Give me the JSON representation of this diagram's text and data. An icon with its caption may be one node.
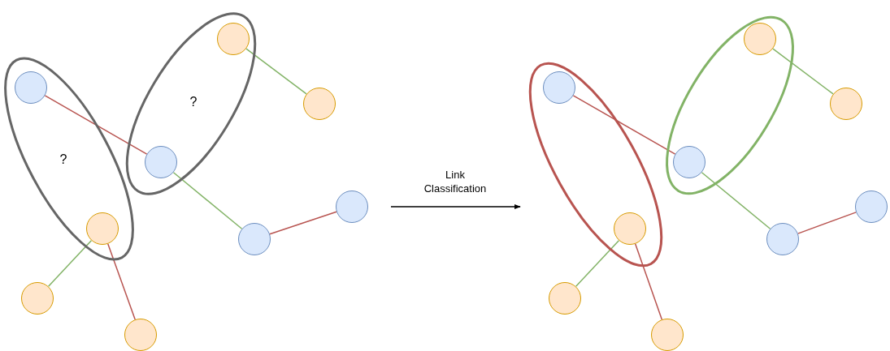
{
  "diagram": {
    "nodes": [
      {
        "text": [],
        "shape": "circle"
      },
      {
        "text": [],
        "shape": "circle"
      },
      {
        "text": [],
        "shape": "circle"
      },
      {
        "text": [],
        "shape": "circle"
      },
      {
        "text": [],
        "shape": "circle"
      },
      {
        "text": [],
        "shape": "circle"
      },
      {
        "text": [],
        "shape": "circle"
      },
      {
        "text": [],
        "shape": "circle"
      },
      {
        "text": [],
        "shape": "circle"
      },
      {
        "text": [],
        "shape": "circle"
      },
      {
        "text": [],
        "shape": "circle"
      },
      {
        "text": [],
        "shape": "circle"
      },
      {
        "text": [],
        "shape": "circle"
      },
      {
        "text": [],
        "shape": "circle"
      },
      {
        "text": [],
        "shape": "circle"
      },
      {
        "text": [],
        "shape": "circle"
      },
      {
        "text": [],
        "shape": "circle"
      },
      {
        "text": [],
        "shape": "circle"
      }
    ],
    "edges": [
      {
        "from": 0,
        "to": 1,
        "arrow": "none",
        "color": "#b85450"
      },
      {
        "from": 1,
        "to": 2,
        "arrow": "none",
        "color": "#82b366"
      },
      {
        "from": 2,
        "to": 3,
        "arrow": "none",
        "color": "#b85450"
      },
      {
        "from": 4,
        "to": 5,
        "arrow": "none",
        "color": "#82b366"
      },
      {
        "from": 6,
        "to": 7,
        "arrow": "none",
        "color": "#82b366"
      },
      {
        "from": 6,
        "to": 8,
        "arrow": "none",
        "color": "#b85450"
      },
      {
        "from": 9,
        "to": 10,
        "arrow": "none",
        "color": "#b85450"
      },
      {
        "from": 10,
        "to": 11,
        "arrow": "none",
        "color": "#82b366"
      },
      {
        "from": 11,
        "to": 12,
        "arrow": "none",
        "color": "#b85450"
      },
      {
        "from": 13,
        "to": 14,
        "arrow": "none",
        "color": "#82b366"
      },
      {
        "from": 15,
        "to": 16,
        "arrow": "none",
        "color": "#82b366"
      },
      {
        "from": 15,
        "to": 17,
        "arrow": "none",
        "color": "#b85450"
      }
    ],
    "labels": [
      "?",
      "?",
      "Link Classification"
    ]
  }
}
